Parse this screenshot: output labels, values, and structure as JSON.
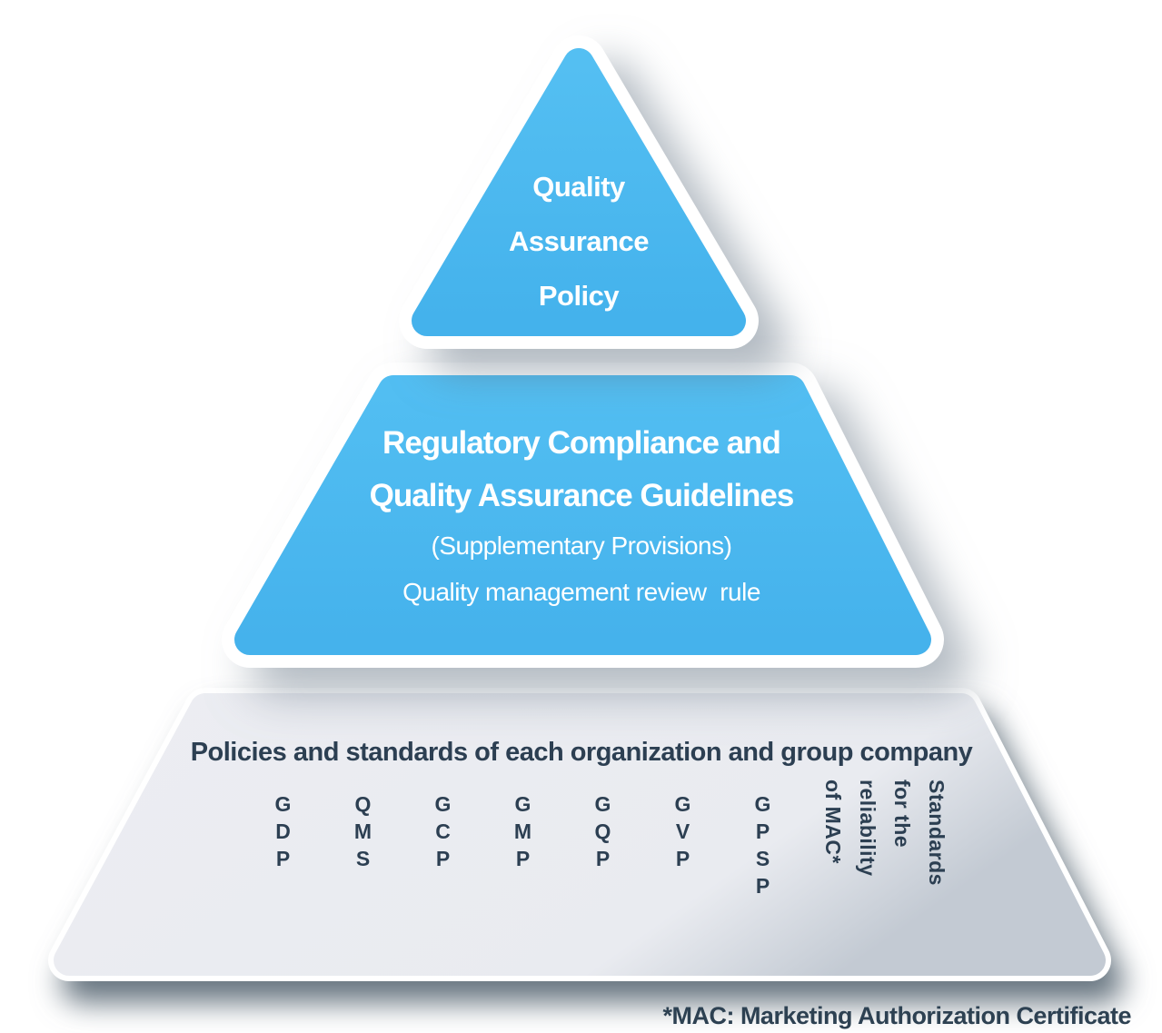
{
  "colors": {
    "pyramid_blue": "#4ab6ef",
    "pyramid_blue_light": "#54bff2",
    "pyramid_blue_dark": "#44b2ec",
    "base_gray": "#eaecf1",
    "base_gray_edge": "#c3cad3",
    "navy_text": "#2c3f52",
    "text_on_blue": "#ffffff"
  },
  "tier1": {
    "label": "Quality Assurance Policy",
    "lines": [
      "Quality",
      "Assurance",
      "Policy"
    ]
  },
  "tier2": {
    "lines": [
      "Regulatory Compliance and",
      "Quality Assurance Guidelines",
      "(Supplementary Provisions)",
      "Quality management review  rule"
    ]
  },
  "tier3": {
    "heading": "Policies and standards of each organization and group company",
    "standards": [
      "GDP",
      "QMS",
      "GCP",
      "GMP",
      "GQP",
      "GVP",
      "GPSP"
    ],
    "rotated_standard": "Standards\nfor the\nreliability\nof MAC*"
  },
  "footnote": "*MAC: Marketing Authorization Certificate"
}
